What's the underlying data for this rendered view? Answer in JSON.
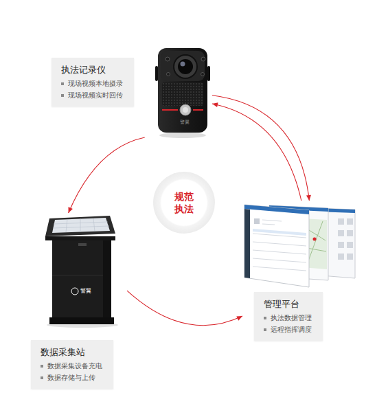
{
  "diagram": {
    "nodes": [
      {
        "text": [
          "执法记录仪",
          "现场视频本地摄录",
          "现场视频实时回传"
        ]
      },
      {
        "text": [
          "规范 执法"
        ]
      },
      {
        "text": [
          "数据采集站",
          "数据采集设备充电",
          "数据存储与上传"
        ]
      },
      {
        "text": [
          "管理平台",
          "执法数据管理",
          "远程指挥调度"
        ]
      }
    ],
    "edges": [
      {
        "from": 0,
        "to": 2,
        "arrow": "to"
      },
      {
        "from": 2,
        "to": 3,
        "arrow": "to"
      },
      {
        "from": 0,
        "to": 3,
        "arrow": "to"
      },
      {
        "from": 3,
        "to": 0,
        "arrow": "to"
      }
    ],
    "labels": [
      "警翼",
      "警翼"
    ]
  }
}
